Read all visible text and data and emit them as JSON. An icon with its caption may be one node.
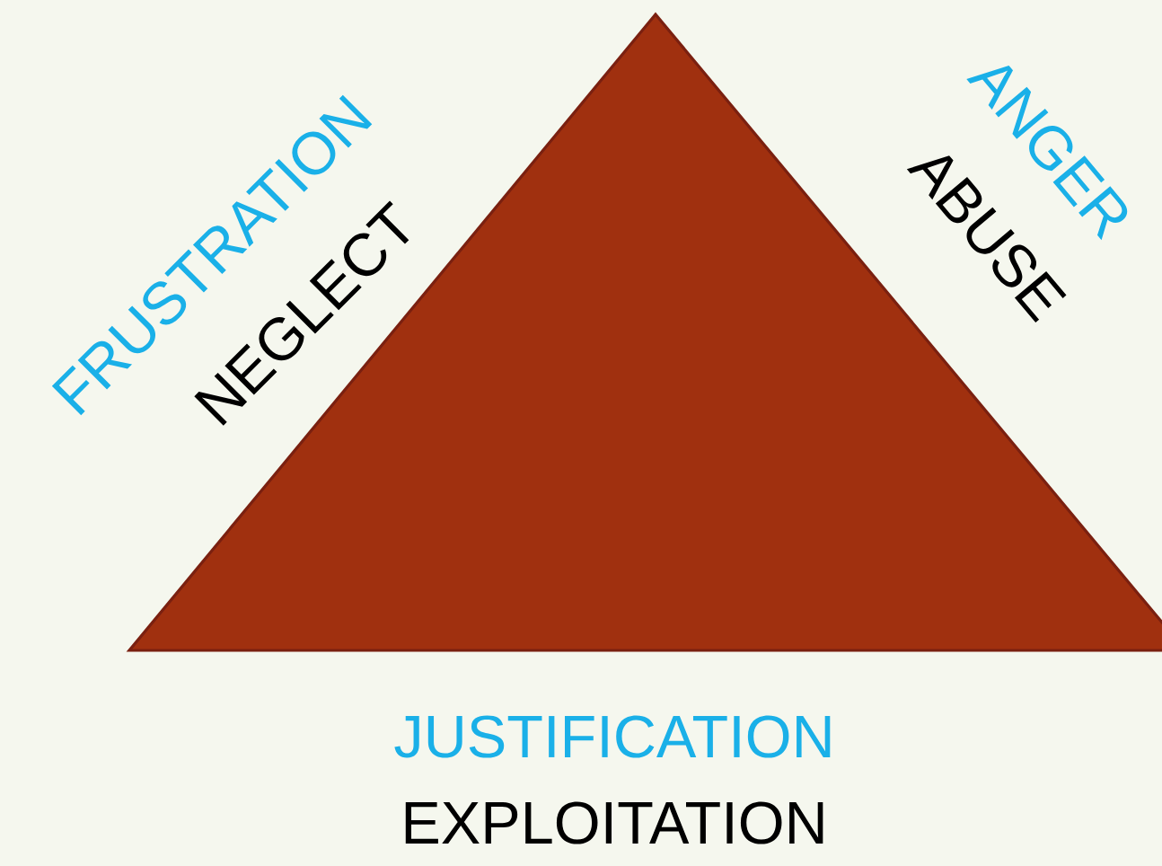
{
  "diagram": {
    "labels": [
      "FRUSTRATION",
      "NEGLECT",
      "ANGER",
      "ABUSE",
      "JUSTIFICATION",
      "EXPLOITATION"
    ]
  }
}
